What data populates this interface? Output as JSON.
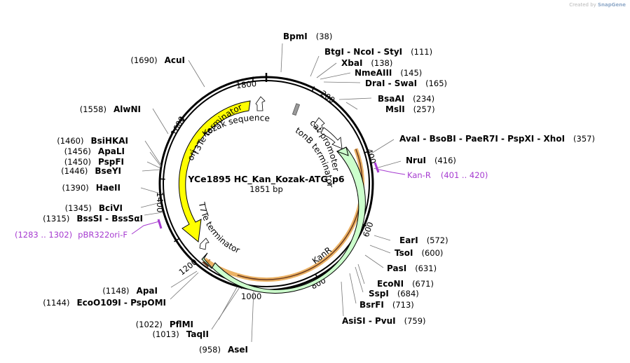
{
  "brand": {
    "created_by": "Created by",
    "product": "SnapGene"
  },
  "plasmid": {
    "name": "YCe1895 HC_Kan_Kozak-ATG_p6",
    "length": "1851 bp"
  },
  "ticks": [
    "1800",
    "200",
    "400",
    "600",
    "800",
    "1000",
    "1200",
    "1400",
    "1600"
  ],
  "sites": [
    {
      "name": "BpmI",
      "pos": "(38)"
    },
    {
      "name": "BtgI  - NcoI  - StyI",
      "pos": "(111)"
    },
    {
      "name": "XbaI",
      "pos": "(138)"
    },
    {
      "name": "NmeAIII",
      "pos": "(145)"
    },
    {
      "name": "DraI  - SwaI",
      "pos": "(165)"
    },
    {
      "name": "BsaAI",
      "pos": "(234)"
    },
    {
      "name": "MslI",
      "pos": "(257)"
    },
    {
      "name": "AvaI  - BsoBI  - PaeR7I  - PspXI  - XhoI",
      "pos": "(357)"
    },
    {
      "name": "NruI",
      "pos": "(416)"
    },
    {
      "name": "EarI",
      "pos": "(572)"
    },
    {
      "name": "TsoI",
      "pos": "(600)"
    },
    {
      "name": "PasI",
      "pos": "(631)"
    },
    {
      "name": "EcoNI",
      "pos": "(671)"
    },
    {
      "name": "SspI",
      "pos": "(684)"
    },
    {
      "name": "BsrFI",
      "pos": "(713)"
    },
    {
      "name": "AsiSI  - PvuI",
      "pos": "(759)"
    },
    {
      "name": "AseI",
      "pos": "(958)"
    },
    {
      "name": "TaqII",
      "pos": "(1013)"
    },
    {
      "name": "PflMI",
      "pos": "(1022)"
    },
    {
      "name": "EcoO109I  - PspOMI",
      "pos": "(1144)"
    },
    {
      "name": "ApaI",
      "pos": "(1148)"
    },
    {
      "name": "BssSI  - BssSαI",
      "pos": "(1315)"
    },
    {
      "name": "BciVI",
      "pos": "(1345)"
    },
    {
      "name": "HaeII",
      "pos": "(1390)"
    },
    {
      "name": "BseYI",
      "pos": "(1446)"
    },
    {
      "name": "PspFI",
      "pos": "(1450)"
    },
    {
      "name": "ApaLI",
      "pos": "(1456)"
    },
    {
      "name": "BsiHKAI",
      "pos": "(1460)"
    },
    {
      "name": "AlwNI",
      "pos": "(1558)"
    },
    {
      "name": "AcuI",
      "pos": "(1690)"
    }
  ],
  "primers": [
    {
      "name": "Kan-R",
      "range": "(401 .. 420)"
    },
    {
      "name": "pBR322ori-F",
      "range": "(1283 .. 1302)"
    }
  ],
  "features": {
    "ori": "ori",
    "kanr": "KanR",
    "t3te": "T3Te terminator",
    "kozak": "Kozak sequence",
    "cat_promoter": "cat promoter",
    "tonb": "tonB terminator",
    "t7te": "T7Te terminator"
  },
  "colors": {
    "ori": "#ffff00",
    "kanr": "#ccffcc",
    "primer": "#a63bd0",
    "primer_bind": "#e8a54a"
  }
}
